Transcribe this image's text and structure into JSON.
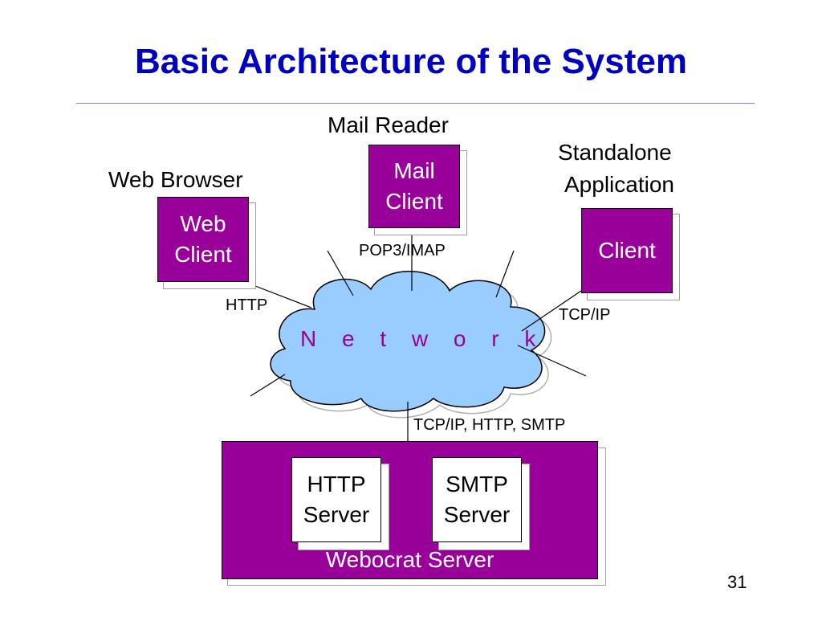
{
  "title": "Basic Architecture of the System",
  "labels": {
    "mail_reader": "Mail Reader",
    "web_browser": "Web Browser",
    "standalone_line1": "Standalone",
    "standalone_line2": "Application",
    "pop3": "POP3/IMAP",
    "http": "HTTP",
    "tcpip": "TCP/IP",
    "server_protocols": "TCP/IP, HTTP, SMTP"
  },
  "boxes": {
    "mail_client": {
      "line1": "Mail",
      "line2": "Client"
    },
    "web_client": {
      "line1": "Web",
      "line2": "Client"
    },
    "client": "Client",
    "http_server": {
      "line1": "HTTP",
      "line2": "Server"
    },
    "smtp_server": {
      "line1": "SMTP",
      "line2": "Server"
    },
    "webocrat_server": "Webocrat Server"
  },
  "network": "N e t w o r k",
  "page_number": "31",
  "colors": {
    "title": "#0000c0",
    "box_fill": "#990099",
    "network_fill": "#99ccff",
    "network_text": "#990099"
  }
}
